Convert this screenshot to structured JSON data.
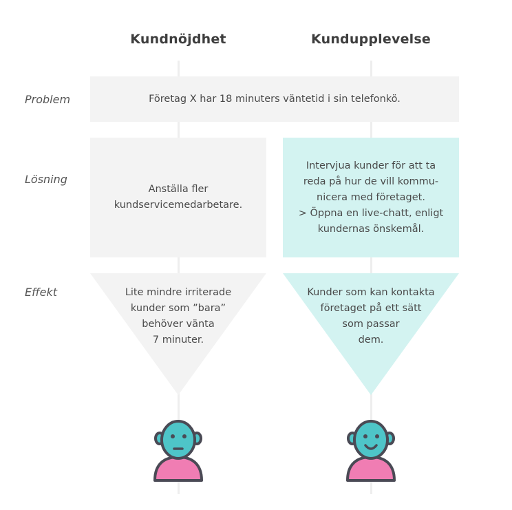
{
  "columns": {
    "left": {
      "header": "Kundnöjdhet"
    },
    "right": {
      "header": "Kundupplevelse"
    }
  },
  "rows": {
    "problem": {
      "label": "Problem"
    },
    "solution": {
      "label": "Lösning"
    },
    "effect": {
      "label": "Effekt"
    }
  },
  "problem_text": "Företag X har 18 minuters väntetid i sin telefonkö.",
  "solution": {
    "left_lines": [
      "Anställa fler",
      "kundservicemedarbetare."
    ],
    "right_lines": [
      "Intervjua kunder för att ta",
      "reda på hur de vill kommu-",
      "nicera med företaget.",
      "> Öppna en live-chatt, enligt",
      "kundernas önskemål."
    ]
  },
  "effect": {
    "left_lines": [
      "Lite mindre irriterade",
      "kunder som ”bara”",
      "behöver vänta",
      "7 minuter."
    ],
    "right_lines": [
      "Kunder som kan kontakta",
      "företaget på ett sätt",
      "som passar",
      "dem."
    ]
  },
  "colors": {
    "grey_box": "#f3f3f3",
    "teal_box": "#d3f3f1",
    "face": "#4ec5c8",
    "body": "#f07db3",
    "outline": "#4a4a55"
  },
  "icons": {
    "left_person": "neutral-face-person-icon",
    "right_person": "smiling-face-person-icon"
  }
}
